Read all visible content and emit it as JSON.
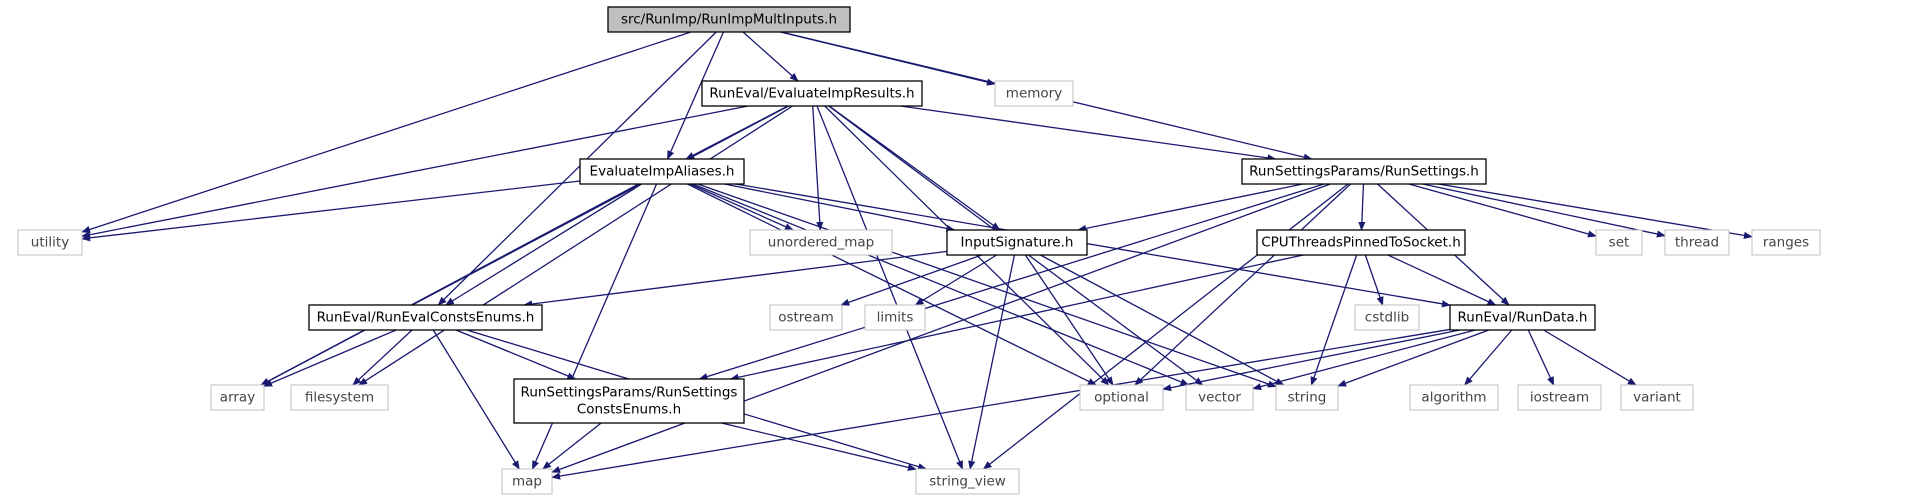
{
  "colors": {
    "edge": "#191970",
    "node_border": "#000000",
    "std_border": "#bfbfbf",
    "root_fill": "#bfbfbf",
    "node_fill": "#ffffff",
    "std_text": "#444444",
    "text": "#000000"
  },
  "nodes": [
    {
      "id": "root",
      "label": "src/RunImp/RunImpMultInputs.h",
      "kind": "root"
    },
    {
      "id": "evalres",
      "label": "RunEval/EvaluateImpResults.h",
      "kind": "header"
    },
    {
      "id": "memory",
      "label": "memory",
      "kind": "std"
    },
    {
      "id": "aliases",
      "label": "EvaluateImpAliases.h",
      "kind": "header"
    },
    {
      "id": "runsettings",
      "label": "RunSettingsParams/RunSettings.h",
      "kind": "header"
    },
    {
      "id": "utility",
      "label": "utility",
      "kind": "std"
    },
    {
      "id": "unordered_map",
      "label": "unordered_map",
      "kind": "std"
    },
    {
      "id": "inputsig",
      "label": "InputSignature.h",
      "kind": "header"
    },
    {
      "id": "set",
      "label": "set",
      "kind": "std"
    },
    {
      "id": "thread",
      "label": "thread",
      "kind": "std"
    },
    {
      "id": "ranges",
      "label": "ranges",
      "kind": "std"
    },
    {
      "id": "cputhreads",
      "label": "CPUThreadsPinnedToSocket.h",
      "kind": "header"
    },
    {
      "id": "constsenums",
      "label": "RunEval/RunEvalConstsEnums.h",
      "kind": "header"
    },
    {
      "id": "ostream",
      "label": "ostream",
      "kind": "std"
    },
    {
      "id": "limits",
      "label": "limits",
      "kind": "std"
    },
    {
      "id": "cstdlib",
      "label": "cstdlib",
      "kind": "std"
    },
    {
      "id": "rundata",
      "label": "RunEval/RunData.h",
      "kind": "header"
    },
    {
      "id": "array",
      "label": "array",
      "kind": "std"
    },
    {
      "id": "filesystem",
      "label": "filesystem",
      "kind": "std"
    },
    {
      "id": "rsconsts",
      "label": [
        "RunSettingsParams/RunSettings",
        "ConstsEnums.h"
      ],
      "kind": "header"
    },
    {
      "id": "optional",
      "label": "optional",
      "kind": "std"
    },
    {
      "id": "vector",
      "label": "vector",
      "kind": "std"
    },
    {
      "id": "string",
      "label": "string",
      "kind": "std"
    },
    {
      "id": "algorithm",
      "label": "algorithm",
      "kind": "std"
    },
    {
      "id": "iostream",
      "label": "iostream",
      "kind": "std"
    },
    {
      "id": "variant",
      "label": "variant",
      "kind": "std"
    },
    {
      "id": "map",
      "label": "map",
      "kind": "std"
    },
    {
      "id": "string_view",
      "label": "string_view",
      "kind": "std"
    }
  ],
  "edges": [
    [
      "root",
      "evalres"
    ],
    [
      "root",
      "memory"
    ],
    [
      "root",
      "aliases"
    ],
    [
      "root",
      "runsettings"
    ],
    [
      "root",
      "utility"
    ],
    [
      "root",
      "constsenums"
    ],
    [
      "evalres",
      "aliases"
    ],
    [
      "evalres",
      "runsettings"
    ],
    [
      "evalres",
      "utility"
    ],
    [
      "evalres",
      "unordered_map"
    ],
    [
      "evalres",
      "inputsig"
    ],
    [
      "evalres",
      "array"
    ],
    [
      "evalres",
      "filesystem"
    ],
    [
      "evalres",
      "optional"
    ],
    [
      "evalres",
      "vector"
    ],
    [
      "evalres",
      "string_view"
    ],
    [
      "aliases",
      "utility"
    ],
    [
      "aliases",
      "unordered_map"
    ],
    [
      "aliases",
      "inputsig"
    ],
    [
      "aliases",
      "constsenums"
    ],
    [
      "aliases",
      "rundata"
    ],
    [
      "aliases",
      "array"
    ],
    [
      "aliases",
      "map"
    ],
    [
      "aliases",
      "optional"
    ],
    [
      "aliases",
      "vector"
    ],
    [
      "aliases",
      "string"
    ],
    [
      "runsettings",
      "inputsig"
    ],
    [
      "runsettings",
      "cputhreads"
    ],
    [
      "runsettings",
      "rundata"
    ],
    [
      "runsettings",
      "set"
    ],
    [
      "runsettings",
      "thread"
    ],
    [
      "runsettings",
      "ranges"
    ],
    [
      "runsettings",
      "rsconsts"
    ],
    [
      "runsettings",
      "optional"
    ],
    [
      "runsettings",
      "map"
    ],
    [
      "runsettings",
      "string_view"
    ],
    [
      "inputsig",
      "constsenums"
    ],
    [
      "inputsig",
      "ostream"
    ],
    [
      "inputsig",
      "limits"
    ],
    [
      "inputsig",
      "optional"
    ],
    [
      "inputsig",
      "string"
    ],
    [
      "inputsig",
      "string_view"
    ],
    [
      "cputhreads",
      "rundata"
    ],
    [
      "cputhreads",
      "cstdlib"
    ],
    [
      "cputhreads",
      "string"
    ],
    [
      "cputhreads",
      "rsconsts"
    ],
    [
      "constsenums",
      "array"
    ],
    [
      "constsenums",
      "filesystem"
    ],
    [
      "constsenums",
      "rsconsts"
    ],
    [
      "constsenums",
      "map"
    ],
    [
      "constsenums",
      "string_view"
    ],
    [
      "rundata",
      "optional"
    ],
    [
      "rundata",
      "vector"
    ],
    [
      "rundata",
      "string"
    ],
    [
      "rundata",
      "algorithm"
    ],
    [
      "rundata",
      "iostream"
    ],
    [
      "rundata",
      "variant"
    ],
    [
      "rundata",
      "map"
    ],
    [
      "rsconsts",
      "map"
    ],
    [
      "rsconsts",
      "string_view"
    ]
  ]
}
